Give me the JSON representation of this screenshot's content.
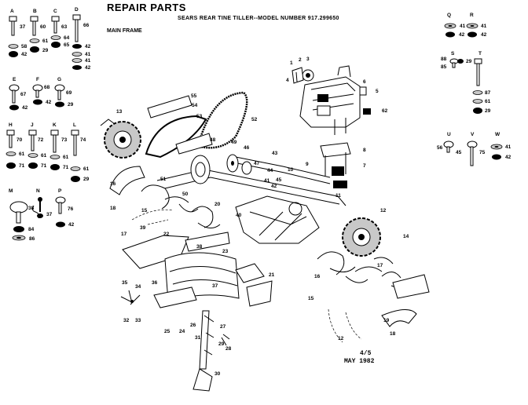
{
  "header": {
    "title": "REPAIR PARTS",
    "subtitle": "SEARS REAR TINE TILLER--MODEL NUMBER 917.299650",
    "section": "MAIN FRAME"
  },
  "footer": {
    "page": "4/5",
    "date": "MAY 1982"
  },
  "hardware_groups": [
    {
      "letter": "A",
      "parts": [
        "37",
        "58",
        "42"
      ]
    },
    {
      "letter": "B",
      "parts": [
        "60",
        "61",
        "29"
      ]
    },
    {
      "letter": "C",
      "parts": [
        "63",
        "64",
        "65"
      ]
    },
    {
      "letter": "D",
      "parts": [
        "66",
        "42",
        "41"
      ]
    },
    {
      "letter": "E",
      "parts": [
        "67",
        "42"
      ]
    },
    {
      "letter": "F",
      "parts": [
        "68",
        "42"
      ]
    },
    {
      "letter": "G",
      "parts": [
        "69",
        "29"
      ]
    },
    {
      "letter": "H",
      "parts": [
        "70",
        "61",
        "71"
      ]
    },
    {
      "letter": "J",
      "parts": [
        "72",
        "61",
        "71"
      ]
    },
    {
      "letter": "K",
      "parts": [
        "73",
        "61",
        "71"
      ]
    },
    {
      "letter": "L",
      "parts": [
        "74",
        "61",
        "29"
      ]
    },
    {
      "letter": "M",
      "parts": [
        "84",
        "86"
      ]
    },
    {
      "letter": "N",
      "parts": [
        "38",
        "37"
      ]
    },
    {
      "letter": "P",
      "parts": [
        "76",
        "42"
      ]
    },
    {
      "letter": "Q",
      "parts": [
        "41",
        "42"
      ]
    },
    {
      "letter": "R",
      "parts": [
        "41",
        "42"
      ]
    },
    {
      "letter": "S",
      "parts": [
        "88",
        "85",
        "29"
      ]
    },
    {
      "letter": "T",
      "parts": [
        "87",
        "61",
        "29"
      ]
    },
    {
      "letter": "U",
      "parts": [
        "56"
      ]
    },
    {
      "letter": "V",
      "parts": [
        "75"
      ]
    },
    {
      "letter": "W",
      "parts": [
        "41",
        "42"
      ]
    }
  ],
  "callouts": [
    "1",
    "2",
    "3",
    "4",
    "5",
    "6",
    "7",
    "8",
    "9",
    "10",
    "11",
    "12",
    "13",
    "14",
    "15",
    "16",
    "17",
    "18",
    "19",
    "20",
    "21",
    "22",
    "23",
    "24",
    "25",
    "26",
    "27",
    "28",
    "29",
    "30",
    "31",
    "32",
    "33",
    "34",
    "35",
    "36",
    "37",
    "38",
    "39",
    "40",
    "41",
    "42",
    "43",
    "44",
    "45",
    "46",
    "47",
    "48",
    "49",
    "50",
    "51",
    "52",
    "53",
    "54",
    "55",
    "62"
  ]
}
